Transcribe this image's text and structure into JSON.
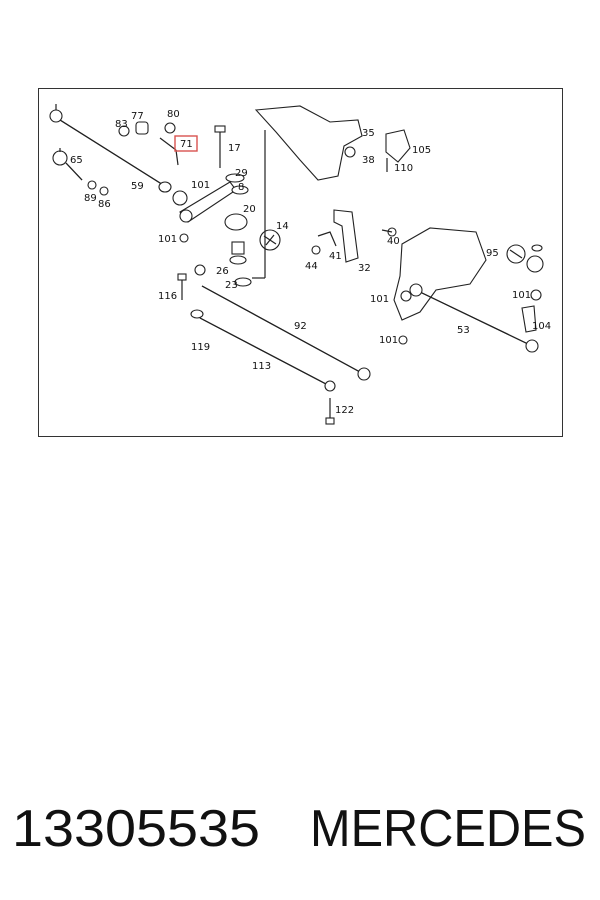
{
  "diagram": {
    "labels": [
      "77",
      "80",
      "83",
      "71",
      "17",
      "35",
      "105",
      "38",
      "110",
      "65",
      "59",
      "101",
      "29",
      "8",
      "89",
      "86",
      "20",
      "14",
      "101",
      "40",
      "41",
      "32",
      "44",
      "95",
      "26",
      "23",
      "116",
      "101",
      "101",
      "53",
      "104",
      "92",
      "119",
      "101",
      "113",
      "122"
    ],
    "highlighted_label_index": 3,
    "highlight_color": "#d9534f"
  },
  "footer": {
    "part_number": "13305535",
    "brand": "MERCEDES"
  }
}
